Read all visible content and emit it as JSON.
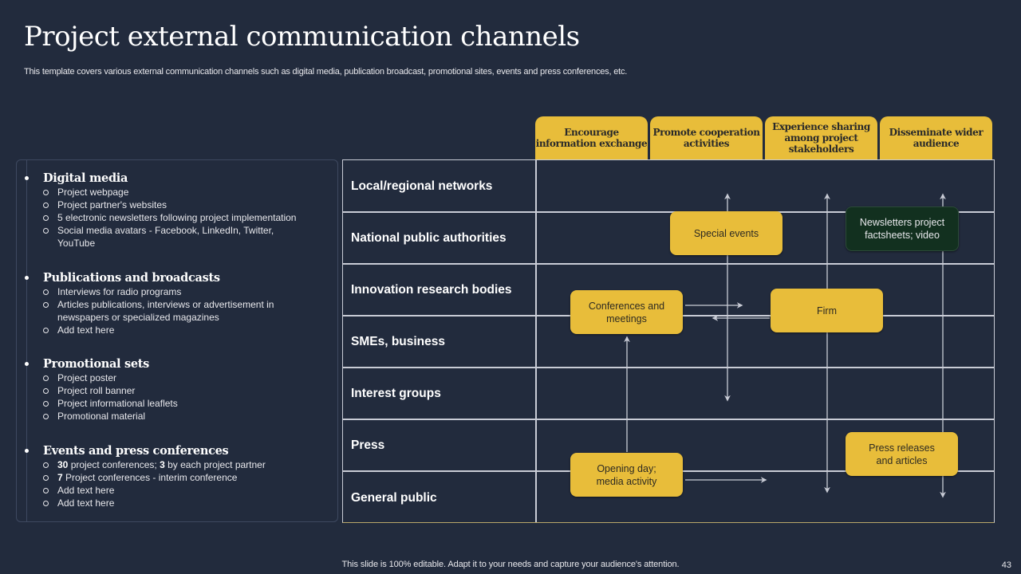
{
  "header": {
    "title": "Project external communication channels",
    "subtitle": "This template covers various external communication channels such as digital media, publication broadcast, promotional sites, events and press conferences, etc."
  },
  "left_panel": {
    "sections": [
      {
        "title": "Digital media",
        "items": [
          {
            "text": "Project webpage"
          },
          {
            "text": "Project partner's websites"
          },
          {
            "text": "5 electronic newsletters following  project implementation"
          },
          {
            "text": "Social media avatars  - Facebook, LinkedIn, Twitter, YouTube"
          }
        ]
      },
      {
        "title": "Publications and broadcasts",
        "items": [
          {
            "text": "Interviews  for  radio  programs"
          },
          {
            "text": "Articles publications, interviews  or  advertisement  in newspapers  or  specialized magazines"
          },
          {
            "text": "Add text here"
          }
        ]
      },
      {
        "title": "Promotional sets",
        "items": [
          {
            "text": "Project poster"
          },
          {
            "text": "Project roll banner"
          },
          {
            "text": "Project informational  leaflets"
          },
          {
            "text": "Promotional  material"
          }
        ]
      },
      {
        "title": "Events and press conferences",
        "items": [
          {
            "bold": "30",
            "text": " project  conferences;  "
          },
          {
            "bold": "7",
            "text": " Project conferences  -  interim conference"
          },
          {
            "text": "Add text here"
          },
          {
            "text": "Add text here"
          }
        ]
      }
    ],
    "events_item0_bold2": "3",
    "events_item0_rest": " by each  project partner"
  },
  "matrix": {
    "columns": [
      "Encourage information exchange",
      "Promote cooperation activities",
      "Experience sharing among project stakeholders",
      "Disseminate wider audience"
    ],
    "rows": [
      "Local/regional networks",
      "National public authorities",
      "Innovation research bodies",
      "SMEs, business",
      "Interest groups",
      "Press",
      "General public"
    ],
    "boxes": {
      "special_events": "Special events",
      "newsletters": "Newsletters project factsheets; video",
      "conferences": "Conferences and meetings",
      "firm": "Firm",
      "press_releases": "Press releases and articles",
      "opening_day": "Opening day; media activity"
    },
    "colors": {
      "accent": "#e8bd3a",
      "dark_green": "#12301f",
      "background": "#222b3d",
      "line": "#c9ccd6"
    }
  },
  "footer": {
    "note": "This slide is 100% editable. Adapt it to your needs and capture your audience's attention.",
    "page_number": "43"
  }
}
